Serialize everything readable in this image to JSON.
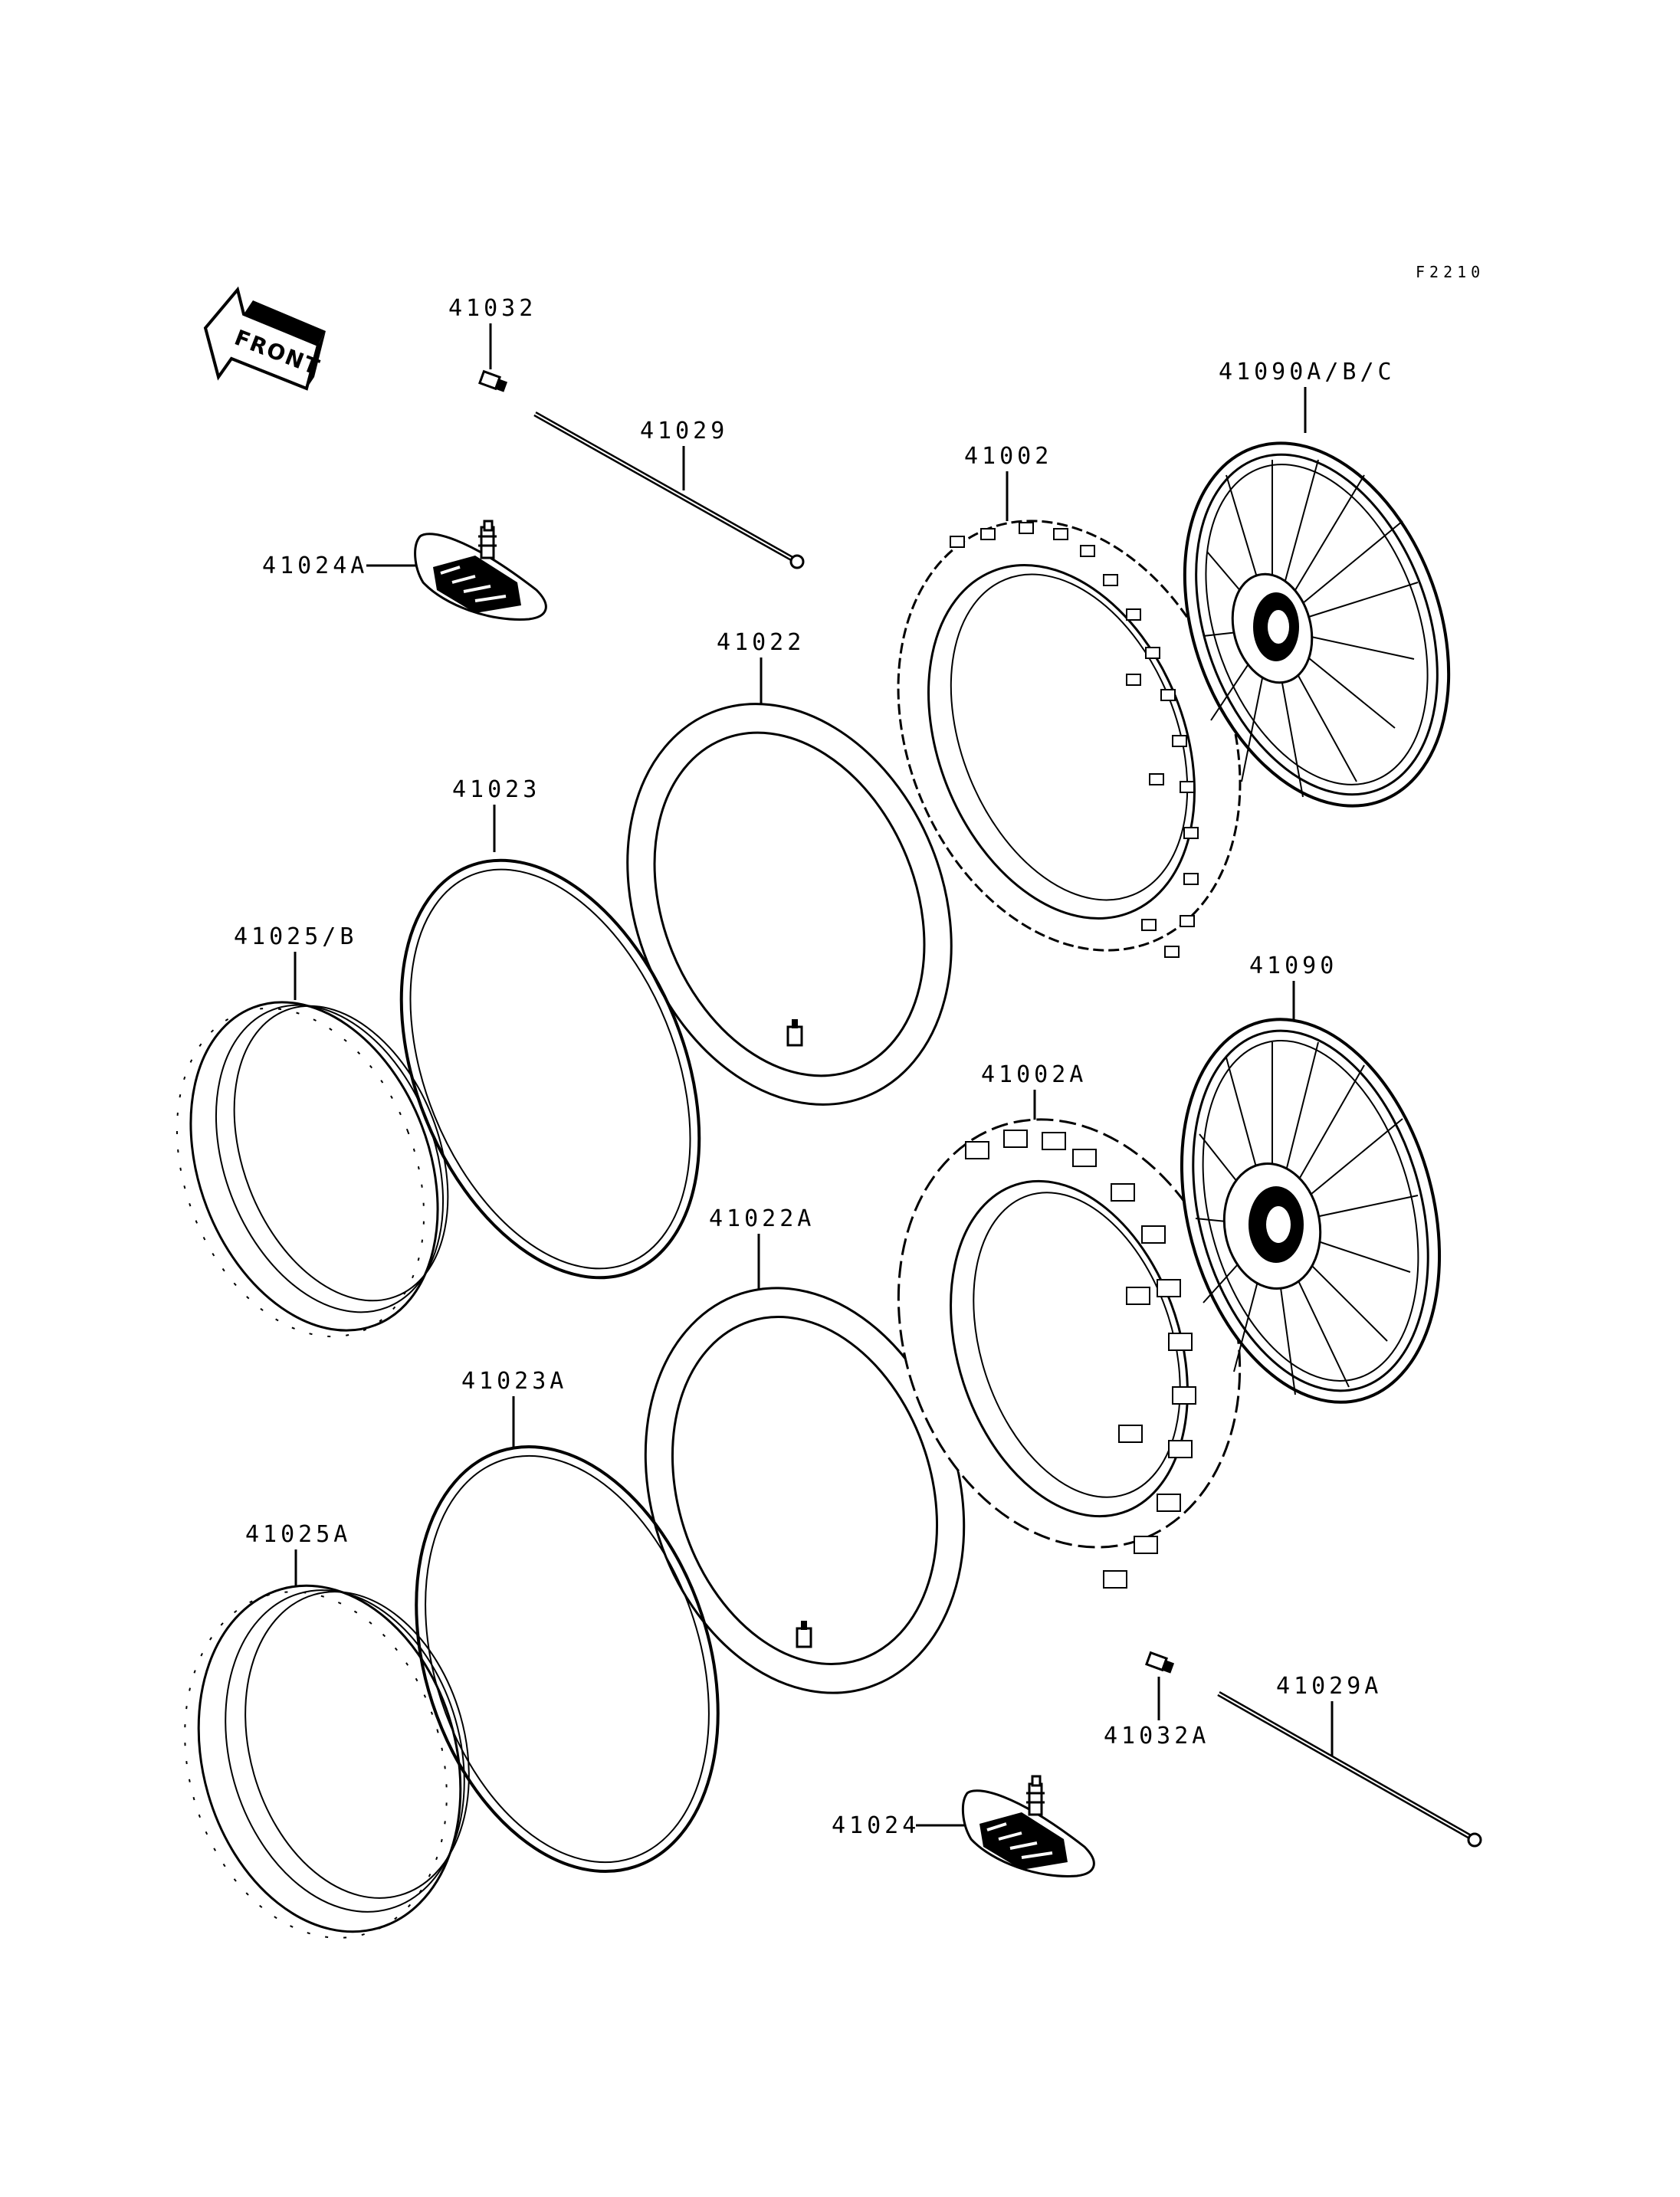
{
  "figure_code": "F2210",
  "front_label": "FRONT",
  "parts": {
    "p41032": "41032",
    "p41029": "41029",
    "p41024A": "41024A",
    "p41022": "41022",
    "p41002": "41002",
    "p41090ABC": "41090A/B/C",
    "p41023": "41023",
    "p41025B": "41025/B",
    "p41090": "41090",
    "p41002A": "41002A",
    "p41022A": "41022A",
    "p41023A": "41023A",
    "p41025A": "41025A",
    "p41032A": "41032A",
    "p41029A": "41029A",
    "p41024": "41024"
  }
}
